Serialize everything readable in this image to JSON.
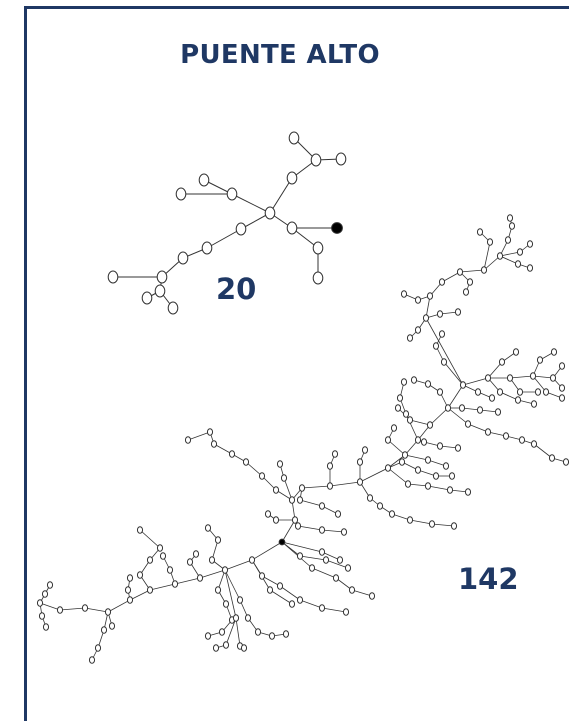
{
  "title": "PUENTE ALTO",
  "small_network_count": "20",
  "large_network_count": "142",
  "colors": {
    "frame": "#1f3864",
    "label": "#1f3864",
    "edge": "#333333",
    "node_fill": "#ffffff",
    "node_stroke": "#333333",
    "node_highlight": "#000000"
  }
}
